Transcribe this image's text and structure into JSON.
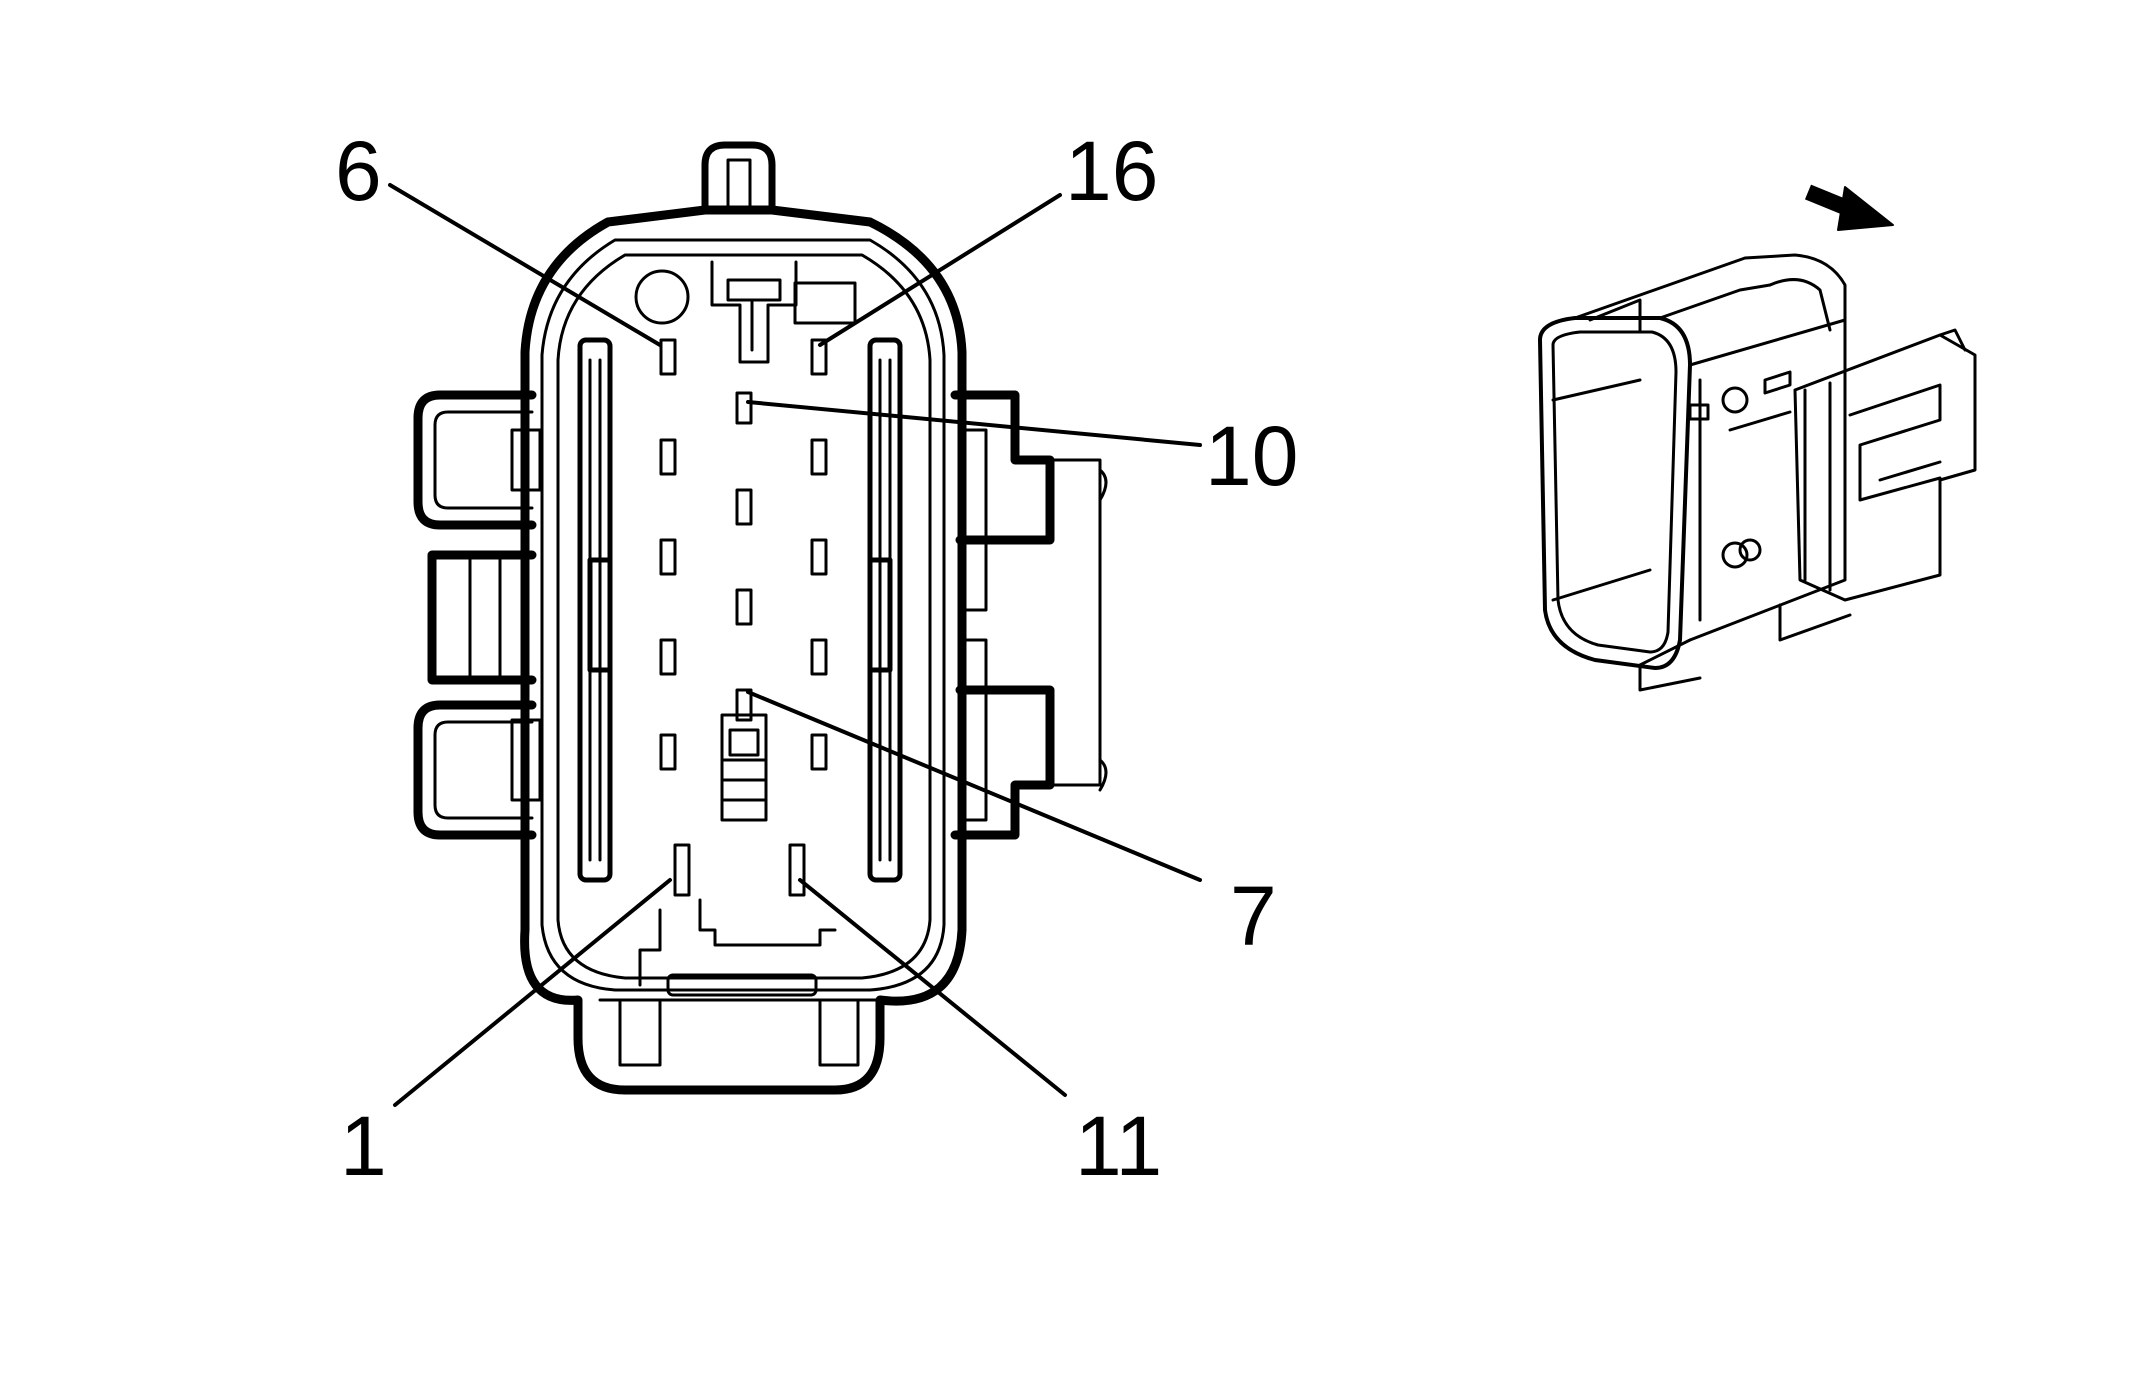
{
  "callouts": [
    {
      "label": "6"
    },
    {
      "label": "16"
    },
    {
      "label": "10"
    },
    {
      "label": "7"
    },
    {
      "label": "1"
    },
    {
      "label": "11"
    }
  ]
}
